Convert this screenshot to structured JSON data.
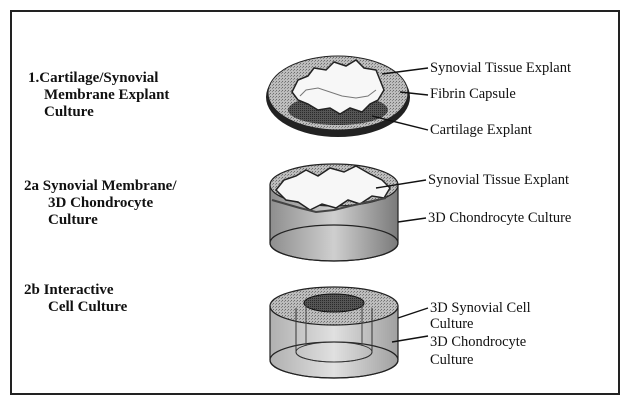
{
  "sections": [
    {
      "label_lines": [
        "1.Cartilage/Synovial",
        "Membrane Explant",
        "Culture"
      ]
    },
    {
      "label_lines": [
        "2a Synovial Membrane/",
        "3D Chondrocyte",
        "Culture"
      ]
    },
    {
      "label_lines": [
        "2b Interactive",
        "Cell Culture"
      ]
    }
  ],
  "callouts": {
    "s1_synovial": "Synovial Tissue Explant",
    "s1_fibrin": "Fibrin Capsule",
    "s1_cartilage": "Cartilage Explant",
    "s2a_synovial": "Synovial Tissue Explant",
    "s2a_chondro": "3D Chondrocyte Culture",
    "s2b_synovial_1": "3D Synovial Cell",
    "s2b_synovial_2": "Culture",
    "s2b_chondro_1": "3D Chondrocyte",
    "s2b_chondro_2": "Culture"
  }
}
